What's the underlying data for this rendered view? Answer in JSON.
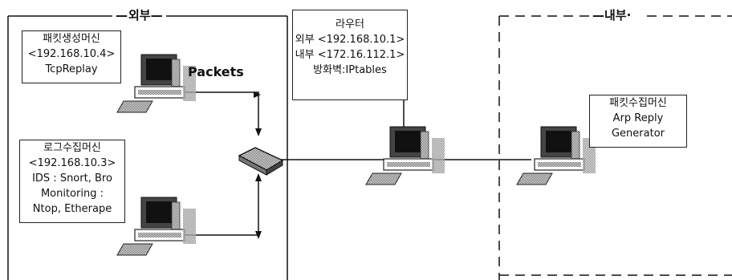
{
  "zones": {
    "external_label": "외부",
    "internal_label": "내부"
  },
  "packet_gen": {
    "line1": "패킷생성머신",
    "line2": "<192.168.10.4>",
    "line3": "TcpReplay"
  },
  "log_collector": {
    "line1": "로그수집머신",
    "line2": "<192.168.10.3>",
    "line3": "IDS : Snort, Bro",
    "line4": "Monitoring :",
    "line5": "Ntop, Etherape"
  },
  "router": {
    "line1": "라우터",
    "line2": "외부 <192.168.10.1>",
    "line3": "내부 <172.16.112.1>",
    "line4": "방화벽:IPtables"
  },
  "packet_collector": {
    "line1": "패킷수집머신",
    "line2": "Arp Reply",
    "line3": "Generator"
  },
  "packets_label": "Packets"
}
